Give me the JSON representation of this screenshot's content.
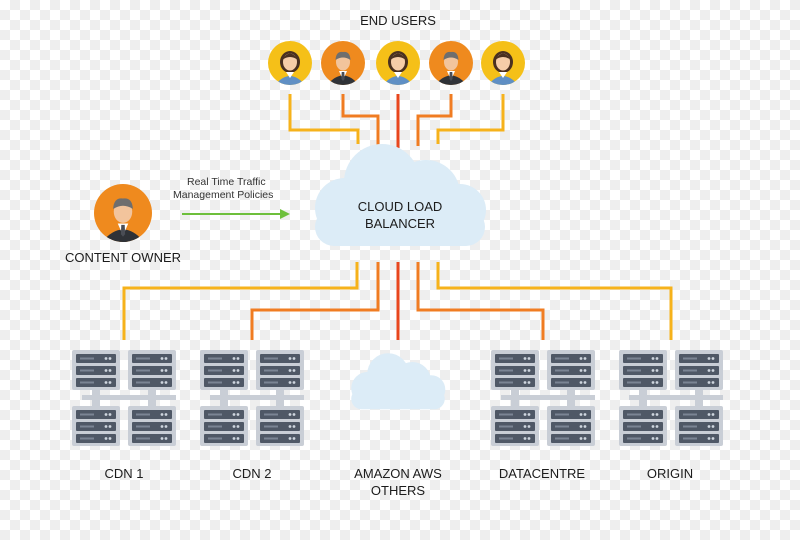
{
  "end_users": {
    "title": "END USERS",
    "avatars": [
      {
        "gender": "female",
        "bg": "#f5c018",
        "icon": "woman-avatar-icon"
      },
      {
        "gender": "male",
        "bg": "#ef8a1e",
        "icon": "man-avatar-icon"
      },
      {
        "gender": "female",
        "bg": "#f5c018",
        "icon": "woman-avatar-icon"
      },
      {
        "gender": "male",
        "bg": "#ef8a1e",
        "icon": "man-avatar-icon"
      },
      {
        "gender": "female",
        "bg": "#f5c018",
        "icon": "woman-avatar-icon"
      }
    ]
  },
  "content_owner": {
    "label": "CONTENT OWNER",
    "icon": "man-avatar-icon",
    "bg": "#ef8a1e"
  },
  "policy": {
    "line1": "Real Time Traffic",
    "line2": "Management Policies",
    "arrow_color": "#6dbf3b"
  },
  "load_balancer": {
    "line1": "CLOUD LOAD",
    "line2": "BALANCER",
    "icon": "cloud-icon"
  },
  "destinations": [
    {
      "label": "CDN 1",
      "type": "servers"
    },
    {
      "label": "CDN 2",
      "type": "servers"
    },
    {
      "label": "AMAZON AWS",
      "label2": "OTHERS",
      "type": "cloud"
    },
    {
      "label": "DATACENTRE",
      "type": "servers"
    },
    {
      "label": "ORIGIN",
      "type": "servers"
    }
  ],
  "colors": {
    "line_yellow": "#f6b21b",
    "line_orange": "#f07c22",
    "line_red": "#e8461d",
    "cloud": "#dcecf7",
    "server_frame": "#c9ced6",
    "server_unit": "#4f5866"
  }
}
